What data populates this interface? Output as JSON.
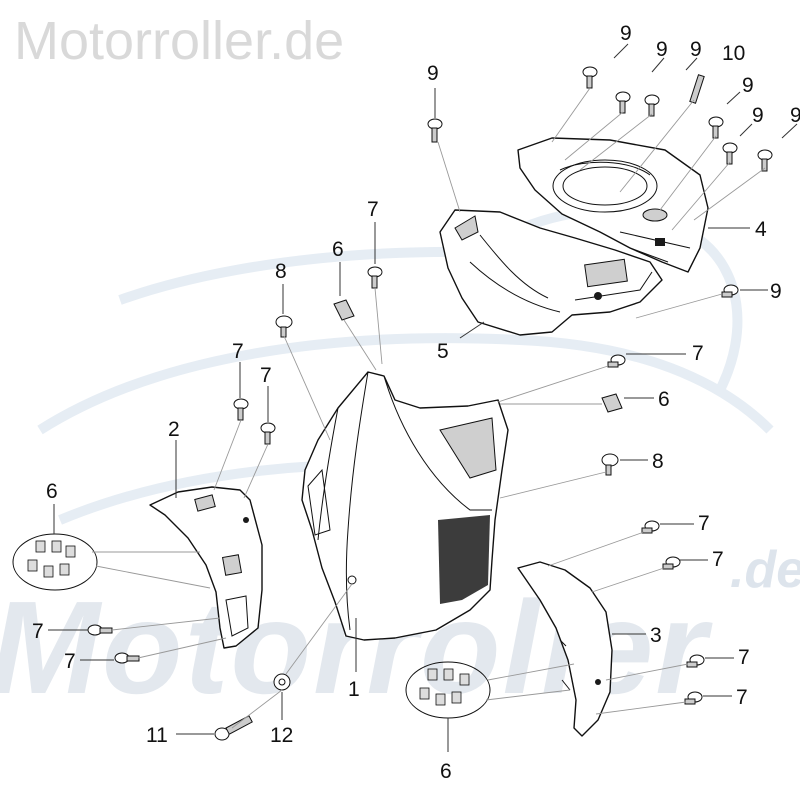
{
  "watermark": {
    "top": "Motorroller.de",
    "bottom": "Motorroller",
    "bottom_suffix": ".de"
  },
  "labels": {
    "front_cover": "1",
    "left_side_panel": "2",
    "right_side_panel": "3",
    "dashboard_cover": "4",
    "headlight_cover": "5",
    "clip_top": "6",
    "clip_right": "6",
    "clip_group_left": "6",
    "clip_group_bottom": "6",
    "screw_7_top_center": "7",
    "screw_7_left_a": "7",
    "screw_7_left_b": "7",
    "screw_7_left_low_a": "7",
    "screw_7_left_low_b": "7",
    "screw_7_right_upper": "7",
    "screw_7_right_a": "7",
    "screw_7_right_b": "7",
    "screw_7_right_c": "7",
    "screw_7_right_d": "7",
    "screw_8_left": "8",
    "screw_8_right": "8",
    "screw_9_top_left": "9",
    "screw_9_a": "9",
    "screw_9_b": "9",
    "screw_9_c": "9",
    "screw_9_d": "9",
    "screw_9_e": "9",
    "screw_9_f": "9",
    "screw_9_right": "9",
    "bolt_10": "10",
    "bolt_11": "11",
    "washer_12": "12"
  }
}
